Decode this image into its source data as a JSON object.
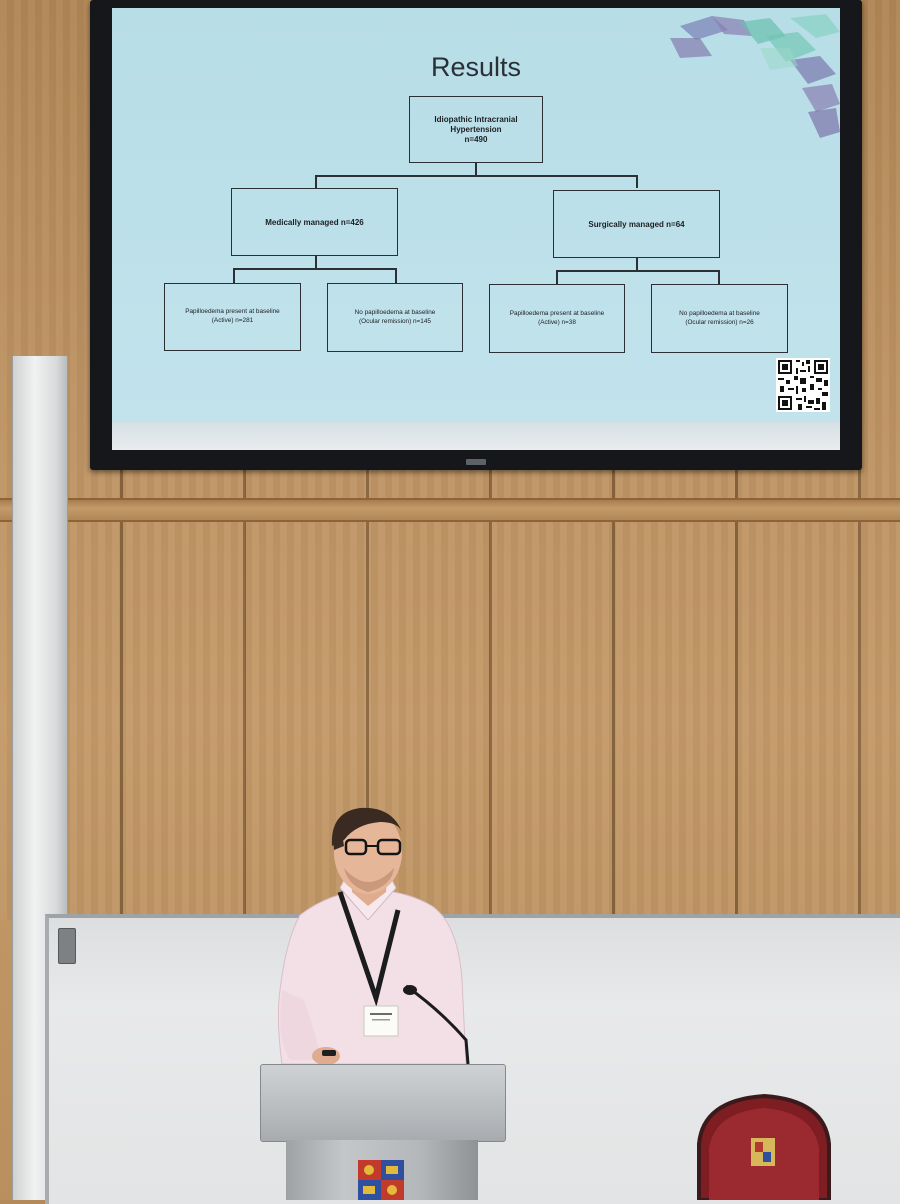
{
  "slide": {
    "title": "Results",
    "root": {
      "label": "Idiopathic Intracranial\nHypertension\nn=490"
    },
    "branches": [
      {
        "label": "Medically managed n=426",
        "children": [
          {
            "label": "Papilloedema present at baseline\n(Active) n=281"
          },
          {
            "label": "No papilloedema at baseline\n(Ocular remission) n=145"
          }
        ]
      },
      {
        "label": "Surgically managed n=64",
        "children": [
          {
            "label": "Papilloedema present at baseline\n(Active)  n=38"
          },
          {
            "label": "No papilloedema at baseline\n(Ocular remission) n=26"
          }
        ]
      }
    ]
  },
  "colors": {
    "slide_background": "#bce0ea",
    "deco_purple": "#8a7fb0",
    "deco_teal": "#69bfae",
    "wall_wood": "#bc9262",
    "shirt": "#f3dfe6",
    "chair": "#7e1d22"
  },
  "icons": [
    "qr-code-icon",
    "university-crest-icon"
  ]
}
